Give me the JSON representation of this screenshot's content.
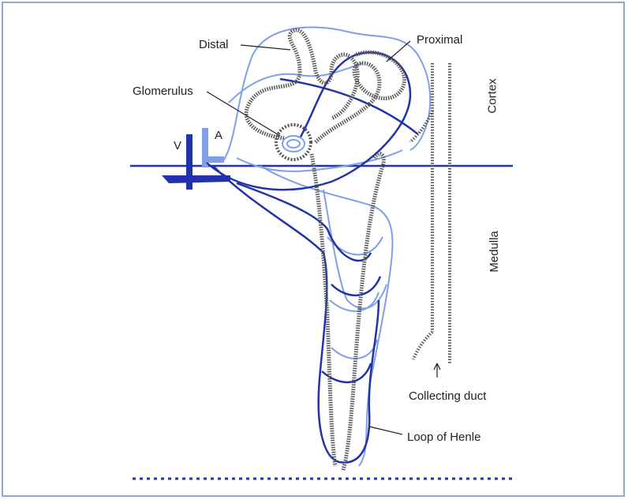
{
  "labels": {
    "distal": "Distal",
    "proximal": "Proximal",
    "glomerulus": "Glomerulus",
    "v": "V",
    "a": "A",
    "cortex": "Cortex",
    "medulla": "Medulla",
    "collecting_duct": "Collecting duct",
    "loop_of_henle": "Loop of Henle"
  },
  "colors": {
    "border": "#8fa8d8",
    "dark_vessel": "#2233aa",
    "light_vessel": "#7f9fe8",
    "tubule": "#555555",
    "text": "#222222"
  }
}
